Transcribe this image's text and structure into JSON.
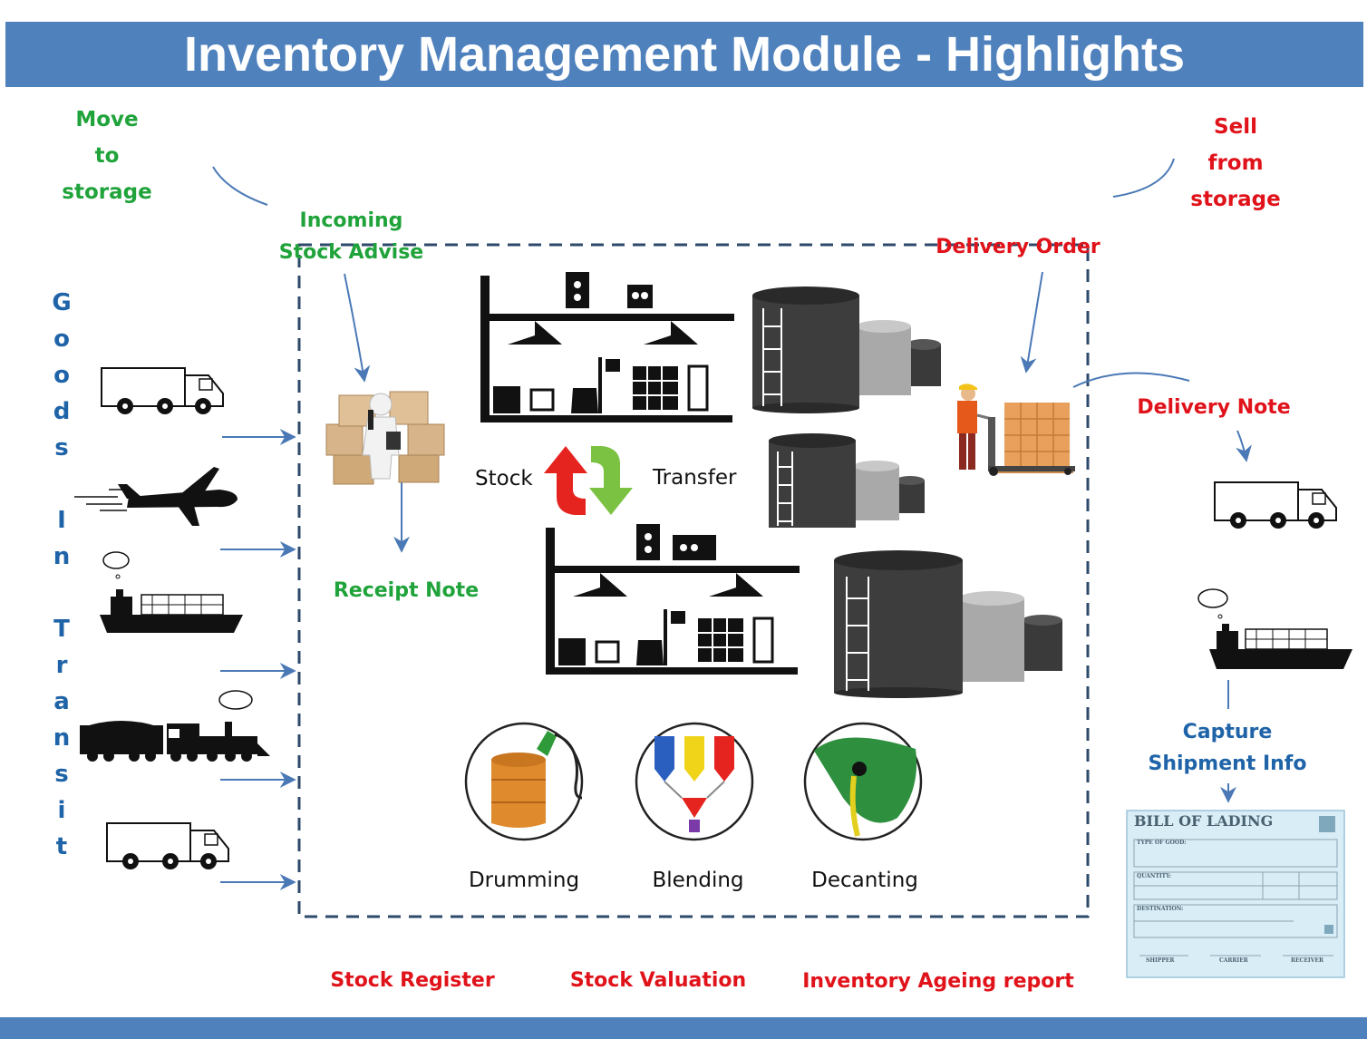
{
  "title": "Inventory Management Module - Highlights",
  "left_note": [
    "Move",
    "to",
    "storage"
  ],
  "right_note": [
    "Sell",
    "from",
    "storage"
  ],
  "incoming": [
    "Incoming",
    "Stock Advise"
  ],
  "delivery_order": "Delivery Order",
  "delivery_note": "Delivery Note",
  "receipt_note": "Receipt Note",
  "goods_in_transit": [
    "G",
    "o",
    "o",
    "d",
    "s",
    "",
    "I",
    "n",
    "",
    "T",
    "r",
    "a",
    "n",
    "s",
    "i",
    "t"
  ],
  "stock_word": "Stock",
  "transfer_word": "Transfer",
  "operations": [
    "Drumming",
    "Blending",
    "Decanting"
  ],
  "capture": [
    "Capture",
    "Shipment Info"
  ],
  "reports": [
    "Stock Register",
    "Stock Valuation",
    "Inventory Ageing report"
  ],
  "bill": {
    "title": "BILL OF LADING",
    "type_of_good": "TYPE OF GOOD:",
    "quantity": "QUANTITY:",
    "destination": "DESTINATION:",
    "shipper": "SHIPPER",
    "carrier": "CARRIER",
    "receiver": "RECEIVER"
  },
  "colors": {
    "banner": "#4f81bd",
    "green": "#1fa33a",
    "red": "#e0121a",
    "blue": "#1f64a8"
  }
}
